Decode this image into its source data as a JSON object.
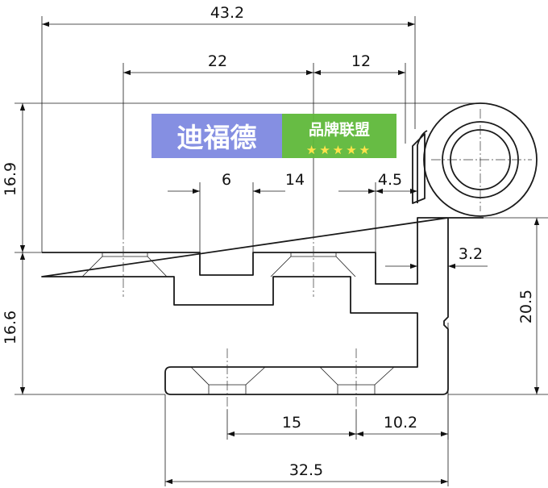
{
  "dimensions": {
    "overall_width": "43.2",
    "hole_spacing_upper": "22",
    "hole_to_pin": "12",
    "slot_width": "6",
    "step_spacing": "14",
    "step_to_wall": "4.5",
    "wall_thickness": "3.2",
    "height_upper": "16.9",
    "height_lower": "16.6",
    "height_right": "20.5",
    "hole_spacing_lower": "15",
    "hole_to_edge_lower": "10.2",
    "overall_width_lower": "32.5"
  },
  "watermark": {
    "brand": "迪福德",
    "tagline": "品牌联盟",
    "rating": "★★★★★",
    "brand_color": "#7b86e0",
    "tagline_color": "#5fb83a"
  }
}
